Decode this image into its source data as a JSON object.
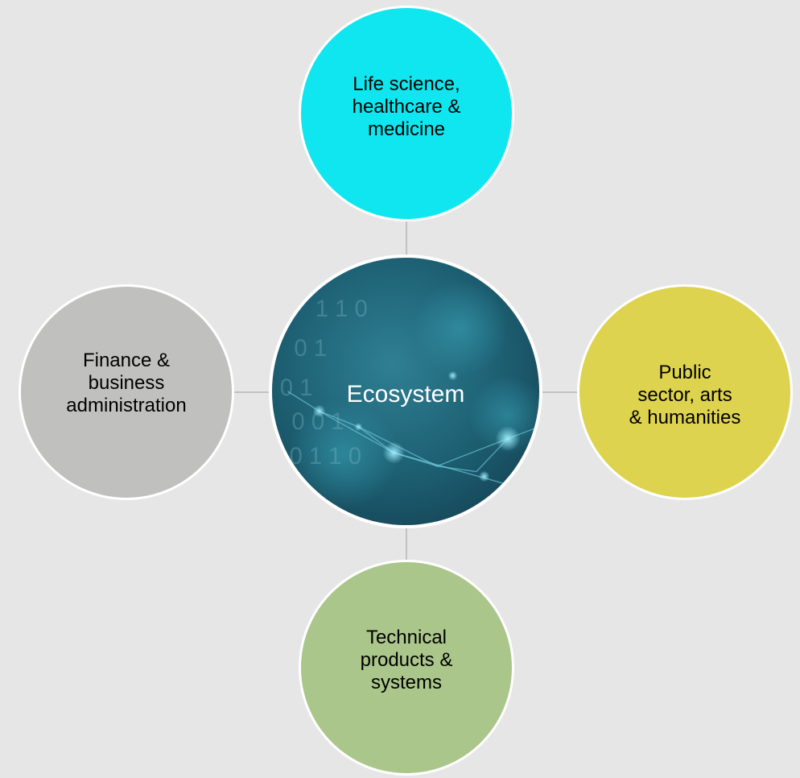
{
  "diagram": {
    "center": {
      "label": "Ecosystem",
      "digits": [
        "1 1 0",
        "0 1",
        "0 1",
        "0 0 1",
        "0 1 1 0"
      ]
    },
    "nodes": {
      "top": {
        "label": "Life science,\nhealthcare &\nmedicine",
        "color": "#10e6ef"
      },
      "left": {
        "label": "Finance &\nbusiness\nadministration",
        "color": "#c0c1bf"
      },
      "right": {
        "label": "Public\nsector, arts\n& humanities",
        "color": "#ded34e"
      },
      "bottom": {
        "label": "Technical\nproducts &\nsystems",
        "color": "#aac68a"
      }
    },
    "connector_color": "#c2c2c2",
    "background": "#e6e6e6"
  }
}
